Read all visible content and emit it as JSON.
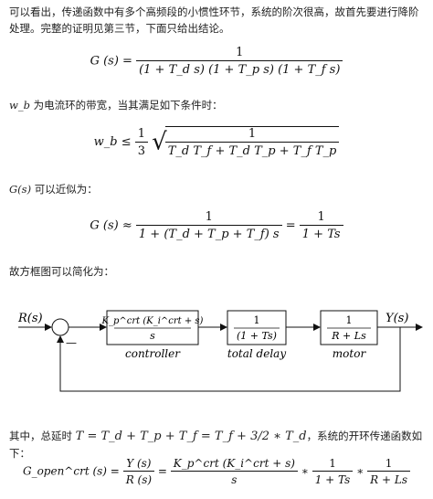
{
  "intro": "可以看出，传递函数中有多个高频段的小惯性环节，系统的阶次很高，故首先要进行降阶处理。完整的证明见第三节，下面只给出结论。",
  "eq1": {
    "lhs": "G (s) =",
    "num": "1",
    "den": "(1 + T_d s) (1 + T_p s) (1 + T_f s)"
  },
  "cond_text": "为电流环的带宽，当其满足如下条件时：",
  "cond_symbol": "w_b",
  "eq2": {
    "lhs": "w_b ≤",
    "num": "1",
    "den": "3",
    "root_num": "1",
    "root_den": "T_d T_f + T_d T_p + T_f T_p"
  },
  "approx_text": "可以近似为：",
  "approx_symbol": "G(s)",
  "eq3": {
    "lhs": "G (s) ≈",
    "num1": "1",
    "den1": "1 + (T_d + T_p + T_f) s",
    "eq": "=",
    "num2": "1",
    "den2": "1 + Ts"
  },
  "diagram_text": "故方框图可以简化为：",
  "diagram": {
    "input": "R(s)",
    "output": "Y(s)",
    "minus": "—",
    "block1_num": "K_p^crt (K_i^crt + s)",
    "block1_den": "s",
    "block1_label": "controller",
    "block2_num": "1",
    "block2_den": "(1 + Ts)",
    "block2_label": "total delay",
    "block3_num": "1",
    "block3_den": "R + Ls",
    "block3_label": "motor"
  },
  "final_prefix": "其中，总延时",
  "final_formula": "T = T_d + T_p + T_f = T_f + 3/2 ∗ T_d",
  "final_suffix": "，系统的开环传递函数如下：",
  "eq4": {
    "lhs": "G_open^crt (s) =",
    "num1": "Y (s)",
    "den1": "R (s)",
    "num2": "K_p^crt (K_i^crt + s)",
    "den2": "s",
    "num3": "1",
    "den3": "1 + Ts",
    "num4": "1",
    "den4": "R + Ls"
  },
  "colors": {
    "text": "#222222",
    "line": "#111111",
    "background": "#ffffff"
  }
}
